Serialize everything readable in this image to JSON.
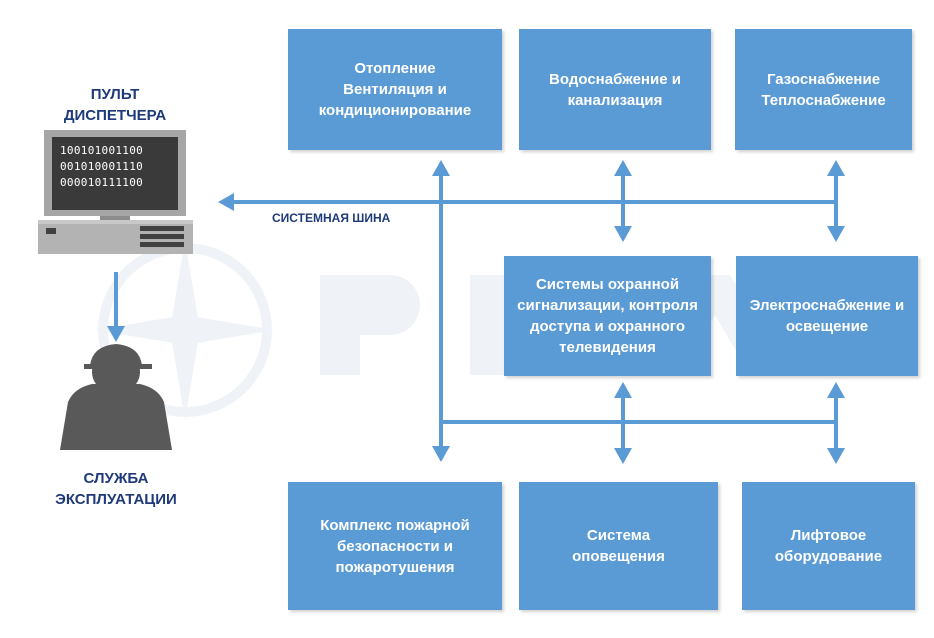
{
  "console": {
    "label_line1": "ПУЛЬТ",
    "label_line2": "ДИСПЕТЧЕРА",
    "screen_lines": [
      "100101001100",
      "001010001110",
      "000010111100"
    ]
  },
  "service": {
    "label_line1": "СЛУЖБА",
    "label_line2": "ЭКСПЛУАТАЦИИ"
  },
  "bus_label": "СИСТЕМНАЯ ШИНА",
  "systems": {
    "heating": [
      "Отопление",
      "Вентиляция и",
      "кондиционирование"
    ],
    "water": [
      "Водоснабжение и",
      "канализация"
    ],
    "gas": [
      "Газоснабжение",
      "Теплоснабжение"
    ],
    "security": [
      "Системы охранной",
      "сигнализации, контроля",
      "доступа и охранного",
      "телевидения"
    ],
    "power": [
      "Электроснабжение и",
      "освещение"
    ],
    "fire": [
      "Комплекс пожарной",
      "безопасности и",
      "пожаротушения"
    ],
    "alert": [
      "Система",
      "оповещения"
    ],
    "elevator": [
      "Лифтовое",
      "оборудование"
    ]
  },
  "colors": {
    "box_fill": "#5b9bd5",
    "line": "#5b9bd5",
    "label_text": "#1f3a7a",
    "computer_body": "#a6a6a6",
    "monitor_screen": "#3a3a3a",
    "person": "#595959"
  }
}
